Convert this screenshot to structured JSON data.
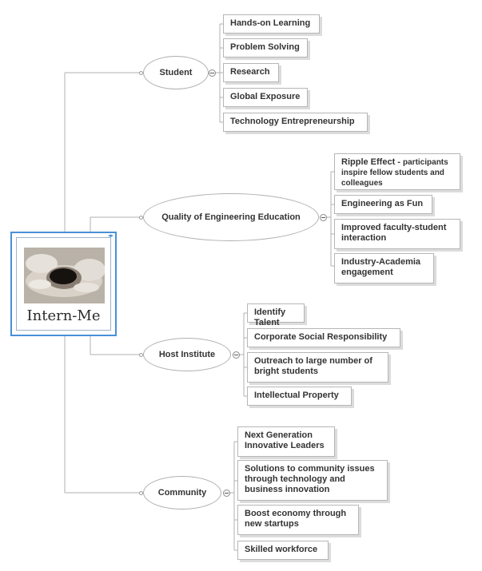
{
  "central": {
    "title": "Intern-Me",
    "image": "clay-pottery-hands-photo"
  },
  "branches": [
    {
      "label": "Student",
      "leaves": [
        {
          "text": "Hands-on Learning"
        },
        {
          "text": "Problem Solving"
        },
        {
          "text": "Research"
        },
        {
          "text": "Global Exposure"
        },
        {
          "text": "Technology Entrepreneurship"
        }
      ]
    },
    {
      "label": "Quality of Engineering Education",
      "leaves": [
        {
          "text": "Ripple Effect - ",
          "small": "participants inspire fellow students and colleagues"
        },
        {
          "text": "Engineering as Fun"
        },
        {
          "text": "Improved faculty-student interaction"
        },
        {
          "text": "Industry-Academia engagement"
        }
      ]
    },
    {
      "label": "Host Institute",
      "leaves": [
        {
          "text": "Identify Talent"
        },
        {
          "text": "Corporate Social Responsibility"
        },
        {
          "text": "Outreach to large number of bright students"
        },
        {
          "text": "Intellectual Property"
        }
      ]
    },
    {
      "label": "Community",
      "leaves": [
        {
          "text": "Next Generation Innovative Leaders"
        },
        {
          "text": "Solutions to community issues through technology and business innovation"
        },
        {
          "text": "Boost economy through new startups"
        },
        {
          "text": "Skilled workforce"
        }
      ]
    }
  ],
  "colors": {
    "central_border": "#4a90d9",
    "line": "#b0b0b0"
  }
}
